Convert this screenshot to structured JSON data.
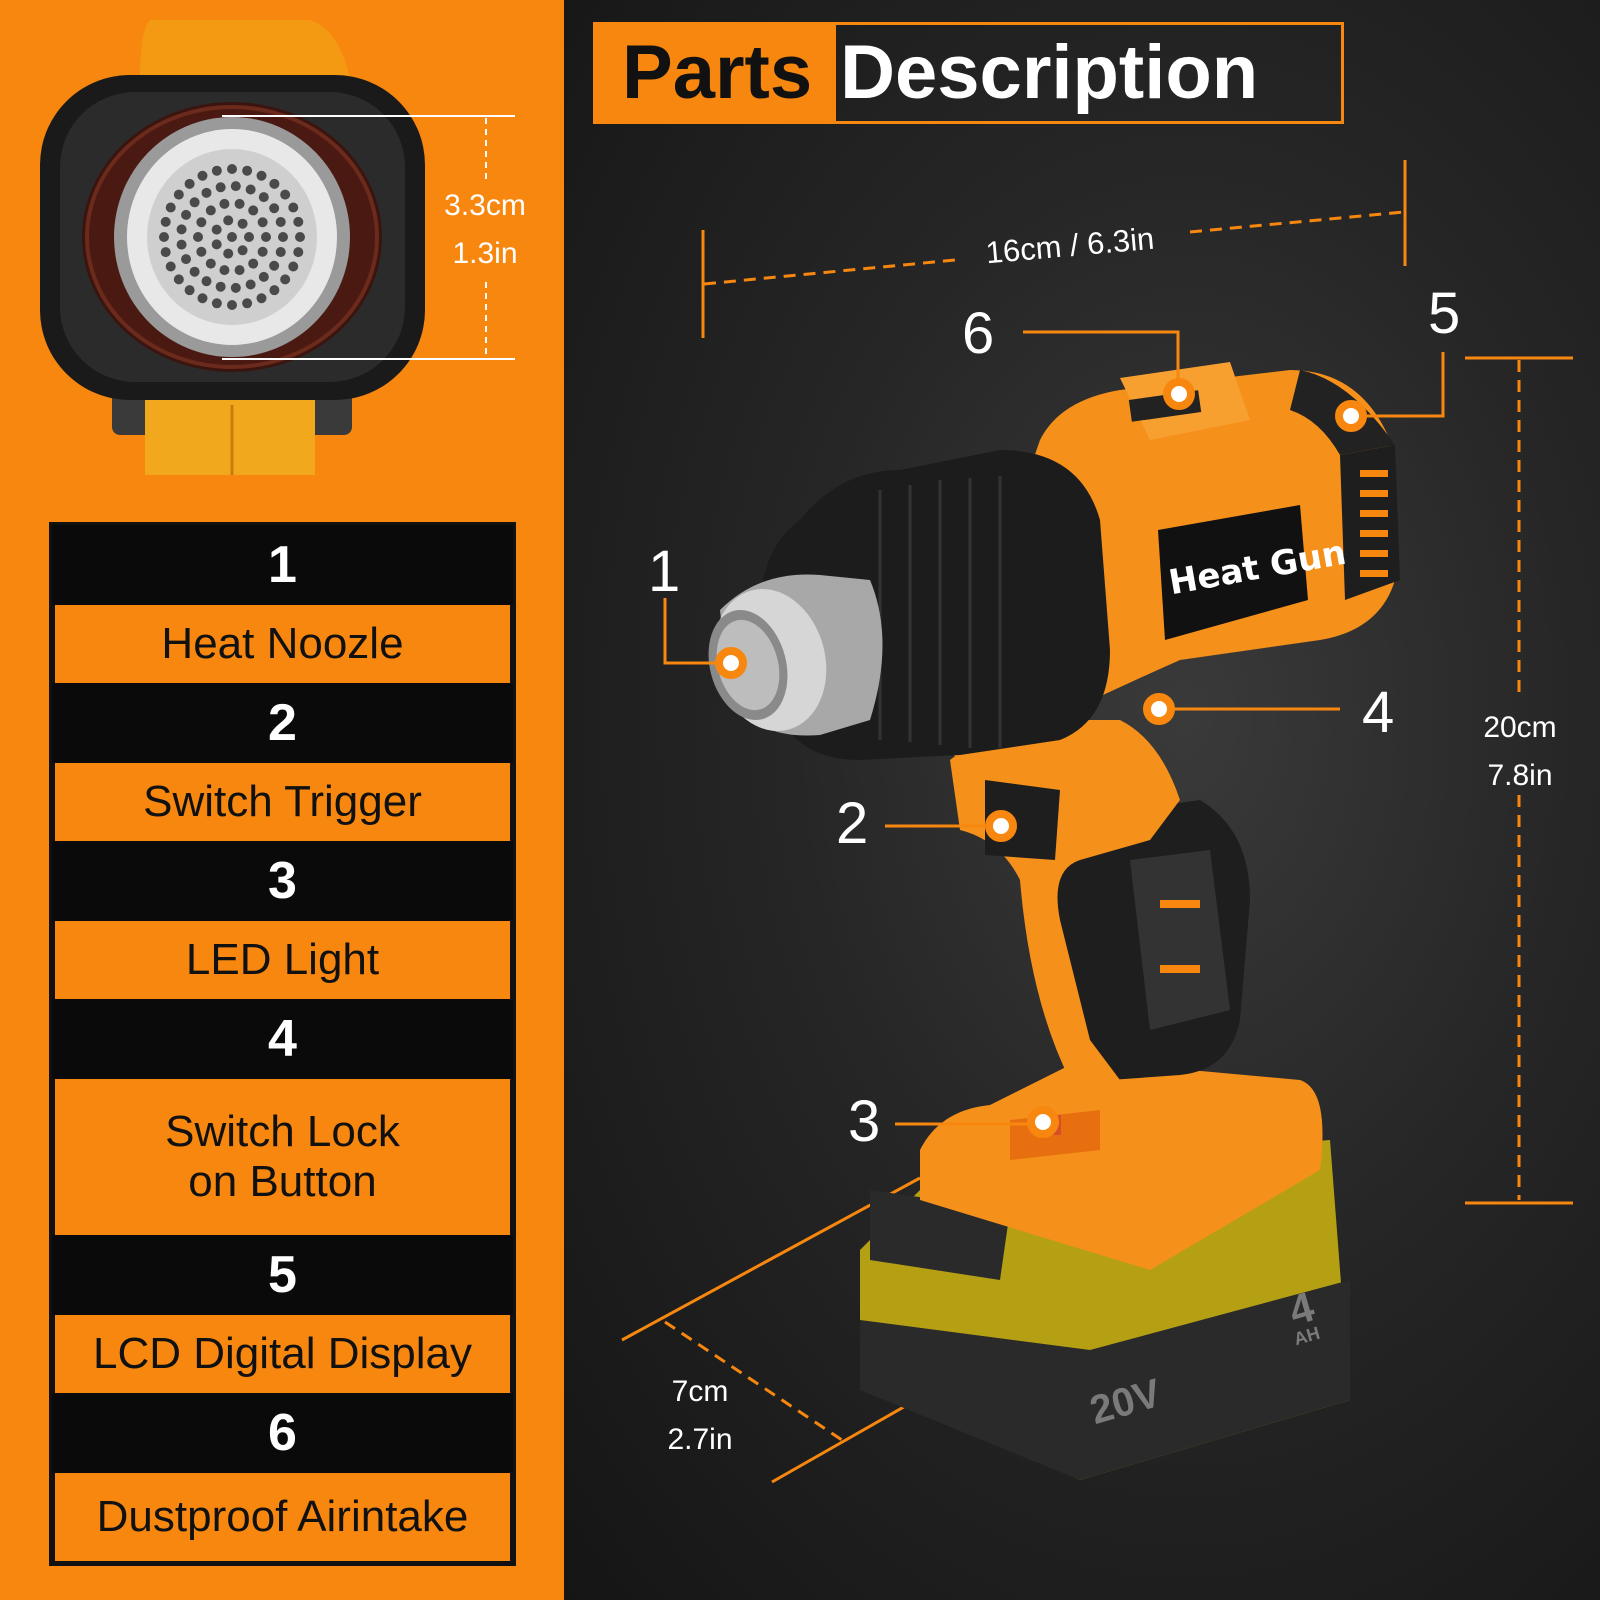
{
  "title": {
    "part1": "Parts",
    "part2": "Description"
  },
  "parts": [
    {
      "number": "1",
      "label": "Heat Noozle"
    },
    {
      "number": "2",
      "label": "Switch Trigger"
    },
    {
      "number": "3",
      "label": "LED Light"
    },
    {
      "number": "4",
      "label": "Switch Lock\non Button"
    },
    {
      "number": "5",
      "label": "LCD Digital Display"
    },
    {
      "number": "6",
      "label": "Dustproof Airintake"
    }
  ],
  "dimensions": {
    "nozzle_cm": "3.3cm",
    "nozzle_in": "1.3in",
    "length": "16cm / 6.3in",
    "height_cm": "20cm",
    "height_in": "7.8in",
    "width_cm": "7cm",
    "width_in": "2.7in"
  },
  "callouts": [
    "1",
    "2",
    "3",
    "4",
    "5",
    "6"
  ],
  "product": {
    "label": "Heat Gun",
    "voltage": "20V",
    "capacity": "4",
    "capacity_unit": "AH"
  },
  "colors": {
    "accent": "#f7870f",
    "dark": "#1e1e1e"
  }
}
